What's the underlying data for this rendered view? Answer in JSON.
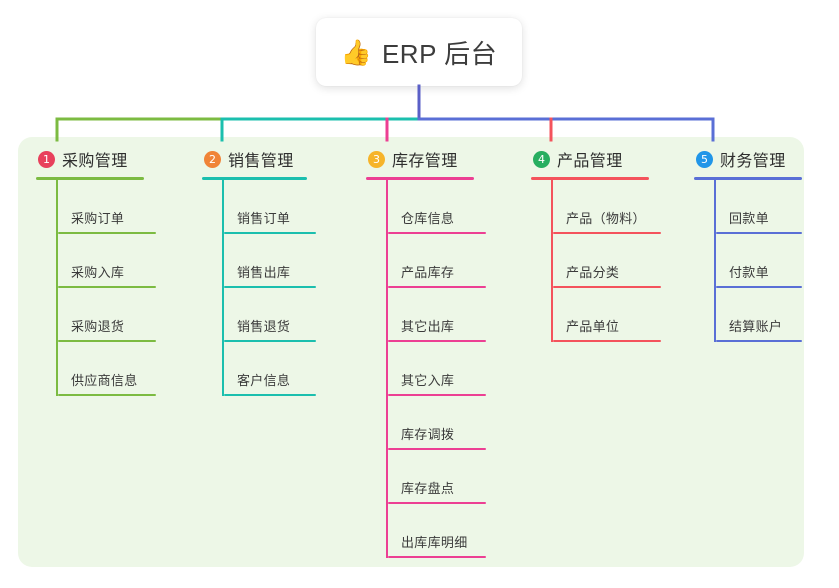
{
  "diagram": {
    "type": "mindmap",
    "panel_background": "#edf7e7",
    "root": {
      "icon": "thumbs-up-icon",
      "emoji": "👍",
      "title": "ERP 后台",
      "connector_color": "#5a5fc7"
    },
    "branches": [
      {
        "number": "1",
        "title": "采购管理",
        "badge_color": "#e8415c",
        "line_color": "#7cbb42",
        "connector_color": "#7cbb42",
        "leaves": [
          "采购订单",
          "采购入库",
          "采购退货",
          "供应商信息"
        ]
      },
      {
        "number": "2",
        "title": "销售管理",
        "badge_color": "#f08437",
        "line_color": "#1bbfae",
        "connector_color": "#1bbfae",
        "leaves": [
          "销售订单",
          "销售出库",
          "销售退货",
          "客户信息"
        ]
      },
      {
        "number": "3",
        "title": "库存管理",
        "badge_color": "#f6b42a",
        "line_color": "#ec3f93",
        "connector_color": "#ec3f93",
        "leaves": [
          "仓库信息",
          "产品库存",
          "其它出库",
          "其它入库",
          "库存调拨",
          "库存盘点",
          "出库库明细"
        ]
      },
      {
        "number": "4",
        "title": "产品管理",
        "badge_color": "#27ae60",
        "line_color": "#f4535c",
        "connector_color": "#f4535c",
        "leaves": [
          "产品（物料）",
          "产品分类",
          "产品单位"
        ]
      },
      {
        "number": "5",
        "title": "财务管理",
        "badge_color": "#2196e8",
        "line_color": "#5a6fd6",
        "connector_color": "#5a6fd6",
        "leaves": [
          "回款单",
          "付款单",
          "结算账户"
        ]
      }
    ]
  }
}
